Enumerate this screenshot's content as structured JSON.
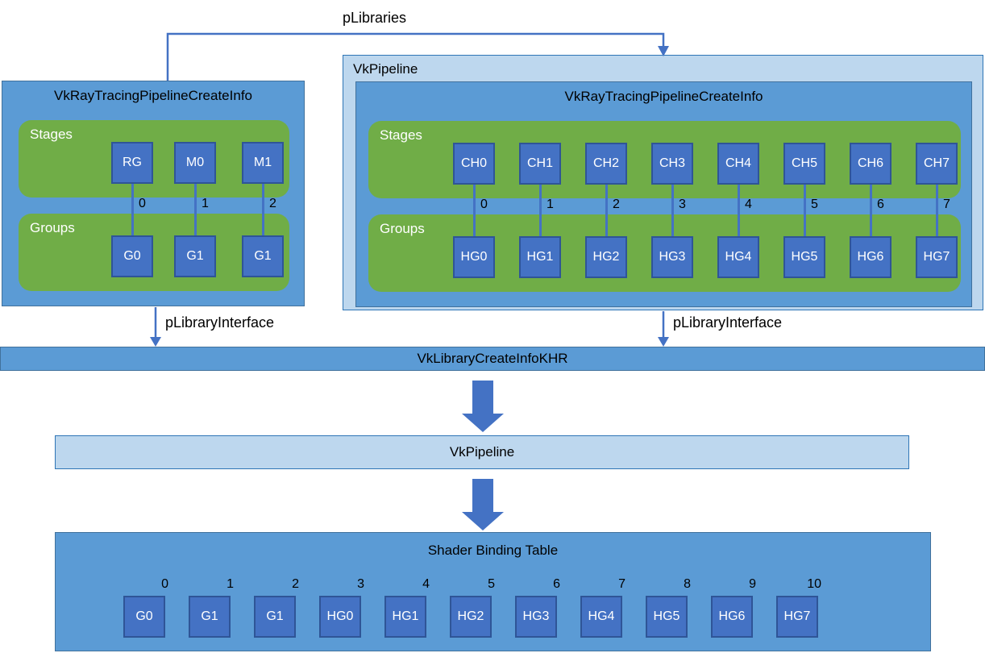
{
  "colors": {
    "medium_blue": "#5B9BD5",
    "medium_blue_border": "#41719C",
    "light_blue": "#BDD7EE",
    "light_blue_border": "#2E75B6",
    "green": "#70AD47",
    "square_blue": "#4472C4",
    "square_border": "#2F5597",
    "arrow_blue": "#4472C4"
  },
  "plibraries_label": "pLibraries",
  "left_box": {
    "title": "VkRayTracingPipelineCreateInfo",
    "stages_label": "Stages",
    "groups_label": "Groups",
    "stages": [
      "RG",
      "M0",
      "M1"
    ],
    "indices": [
      "0",
      "1",
      "2"
    ],
    "groups": [
      "G0",
      "G1",
      "G1"
    ],
    "interface_label": "pLibraryInterface"
  },
  "vkpipeline_box": {
    "title": "VkPipeline",
    "inner": {
      "title": "VkRayTracingPipelineCreateInfo",
      "stages_label": "Stages",
      "groups_label": "Groups",
      "stages": [
        "CH0",
        "CH1",
        "CH2",
        "CH3",
        "CH4",
        "CH5",
        "CH6",
        "CH7"
      ],
      "indices": [
        "0",
        "1",
        "2",
        "3",
        "4",
        "5",
        "6",
        "7"
      ],
      "groups": [
        "HG0",
        "HG1",
        "HG2",
        "HG3",
        "HG4",
        "HG5",
        "HG6",
        "HG7"
      ]
    },
    "interface_label": "pLibraryInterface"
  },
  "library_bar": "VkLibraryCreateInfoKHR",
  "pipeline_bar": "VkPipeline",
  "sbt": {
    "title": "Shader Binding Table",
    "indices": [
      "0",
      "1",
      "2",
      "3",
      "4",
      "5",
      "6",
      "7",
      "8",
      "9",
      "10"
    ],
    "entries": [
      "G0",
      "G1",
      "G1",
      "HG0",
      "HG1",
      "HG2",
      "HG3",
      "HG4",
      "HG5",
      "HG6",
      "HG7"
    ]
  }
}
